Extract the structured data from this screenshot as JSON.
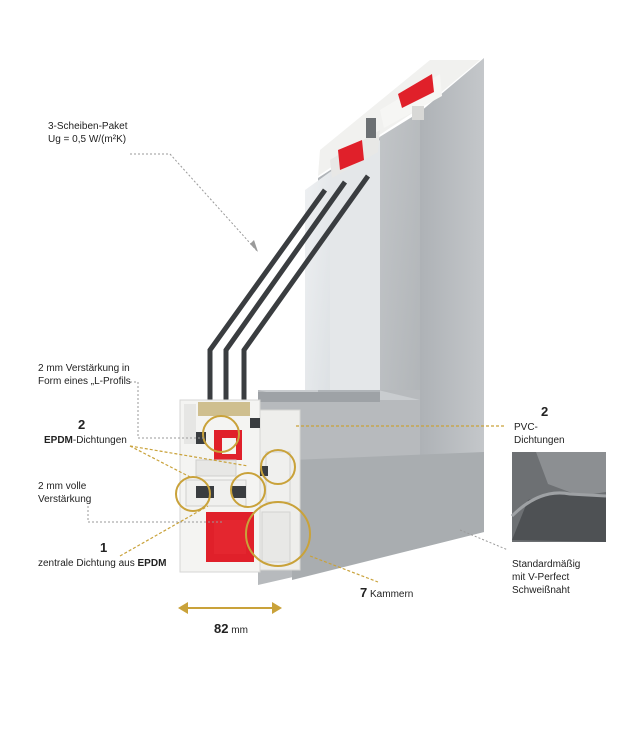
{
  "colors": {
    "accent": "#c9a23a",
    "frame_grey": "#b9bdc1",
    "frame_dark": "#a5a9ad",
    "pvc_white": "#f4f4f2",
    "reinforcement_red": "#e0202a",
    "glass": "#e9ecee",
    "seal": "#3a3d40"
  },
  "labels": {
    "glazing_line1": "3-Scheiben-Paket",
    "glazing_line2": "Ug = 0,5 W/(m²K)",
    "l_profile_line1": "2 mm Verstärkung in",
    "l_profile_line2": "Form eines „L-Profils",
    "epdm_number": "2",
    "epdm_label_bold": "EPDM",
    "epdm_label_rest": "-Dichtungen",
    "full_reinf_line1": "2 mm volle",
    "full_reinf_line2": "Verstärkung",
    "central_number": "1",
    "central_label_rest": "zentrale Dichtung aus ",
    "central_label_bold": "EPDM",
    "chambers_number": "7",
    "chambers_label": "Kammern",
    "pvc_number": "2",
    "pvc_line1": "PVC-",
    "pvc_line2": "Dichtungen",
    "weld_line1": "Standardmäßig",
    "weld_line2": "mit V-Perfect",
    "weld_line3": "Schweißnaht",
    "width_number": "82",
    "width_unit": "mm"
  }
}
